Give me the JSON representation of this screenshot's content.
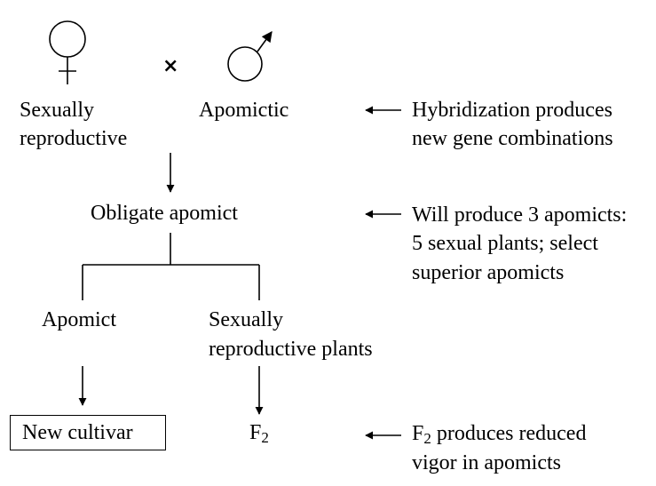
{
  "parents": {
    "female_symbol": "female-symbol",
    "cross_symbol": "×",
    "male_symbol": "male-symbol",
    "female_label_line1": "Sexually",
    "female_label_line2": "reproductive",
    "male_label": "Apomictic"
  },
  "offspring": {
    "obligate": "Obligate apomict",
    "apomict": "Apomict",
    "sexual_line1": "Sexually",
    "sexual_line2": "reproductive plants",
    "new_cultivar": "New cultivar",
    "f2_base": "F",
    "f2_sub": "2"
  },
  "notes": {
    "note1_line1": "Hybridization produces",
    "note1_line2": "new gene combinations",
    "note2_line1": "Will produce 3 apomicts:",
    "note2_line2": "5 sexual plants; select",
    "note2_line3": "superior apomicts",
    "note3_f": "F",
    "note3_sub": "2",
    "note3_line1_rest": " produces reduced",
    "note3_line2": "vigor in apomicts"
  }
}
